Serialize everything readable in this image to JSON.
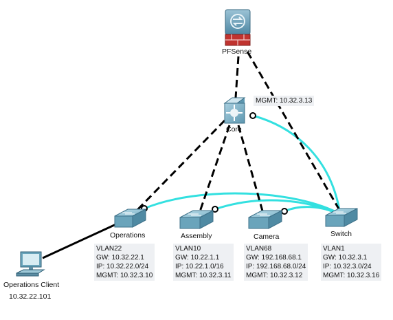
{
  "devices": {
    "pfsense": {
      "label": "PFSense"
    },
    "core": {
      "label": "Core",
      "note": "MGMT: 10.32.3.13"
    },
    "operations": {
      "label": "Operations",
      "note": [
        "VLAN22",
        "GW: 10.32.22.1",
        "IP: 10.32.22.0/24",
        "MGMT: 10.32.3.10"
      ]
    },
    "assembly": {
      "label": "Assembly",
      "note": [
        "VLAN10",
        "GW: 10.22.1.1",
        "IP: 10.22.1.0/16",
        "MGMT: 10.32.3.11"
      ]
    },
    "camera": {
      "label": "Camera",
      "note": [
        "VLAN68",
        "GW: 192.168.68.1",
        "IP: 192.168.68.0/24",
        "MGMT: 10.32.3.12"
      ]
    },
    "switch": {
      "label": "Switch",
      "note": [
        "VLAN1",
        "GW: 10.32.3.1",
        "IP: 10.32.3.0/24",
        "MGMT: 10.32.3.16"
      ]
    },
    "client": {
      "label": "Operations Client",
      "ip": "10.32.22.101"
    }
  },
  "colors": {
    "trunk": "#000000",
    "stack": "#33e0e0",
    "switch_top": "#8fc3d6",
    "switch_side": "#5e9ab2",
    "firewall_red": "#c0332f",
    "note_bg": "#eef0f3"
  },
  "icons": [
    "firewall-icon",
    "multilayer-switch-icon",
    "switch-icon",
    "pc-icon"
  ]
}
